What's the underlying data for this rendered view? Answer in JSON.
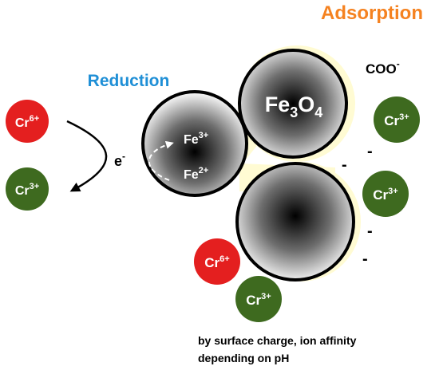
{
  "labels": {
    "adsorption": "Adsorption",
    "reduction": "Reduction",
    "coo_base": "COO",
    "coo_sup": "-",
    "electron_base": "e",
    "electron_sup": "-",
    "magnetite_fe": "Fe",
    "magnetite_3": "3",
    "magnetite_o": "O",
    "magnetite_4": "4",
    "fe3_base": "Fe",
    "fe3_sup": "3+",
    "fe2_base": "Fe",
    "fe2_sup": "2+",
    "cr6_base": "Cr",
    "cr6_sup": "6+",
    "cr3_base": "Cr",
    "cr3_sup": "3+",
    "negative_charge": "-",
    "note_line1": "by surface charge, ion affinity",
    "note_line2": "depending on pH"
  },
  "colors": {
    "adsorption": "#f58220",
    "reduction": "#1f8fd6",
    "cr6_ion": "#e41f1f",
    "cr3_ion": "#3e6a1f",
    "particle_shell": "#fffbd3",
    "text": "#000000"
  }
}
